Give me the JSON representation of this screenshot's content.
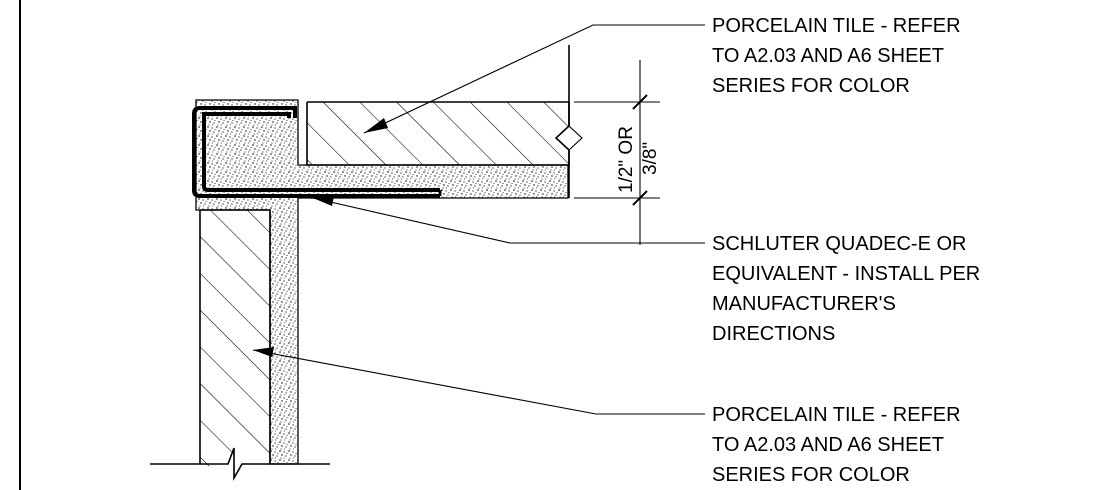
{
  "notes": {
    "top": [
      "PORCELAIN TILE - REFER",
      "TO A2.03 AND A6 SHEET",
      "SERIES FOR COLOR"
    ],
    "middle": [
      "SCHLUTER QUADEC-E OR",
      "EQUIVALENT  - INSTALL PER",
      "MANUFACTURER'S",
      "DIRECTIONS"
    ],
    "bottom": [
      "PORCELAIN TILE - REFER",
      "TO A2.03 AND A6 SHEET",
      "SERIES FOR COLOR"
    ]
  },
  "dimension": {
    "line1": "1/2\" OR",
    "line2": "3/8\""
  }
}
